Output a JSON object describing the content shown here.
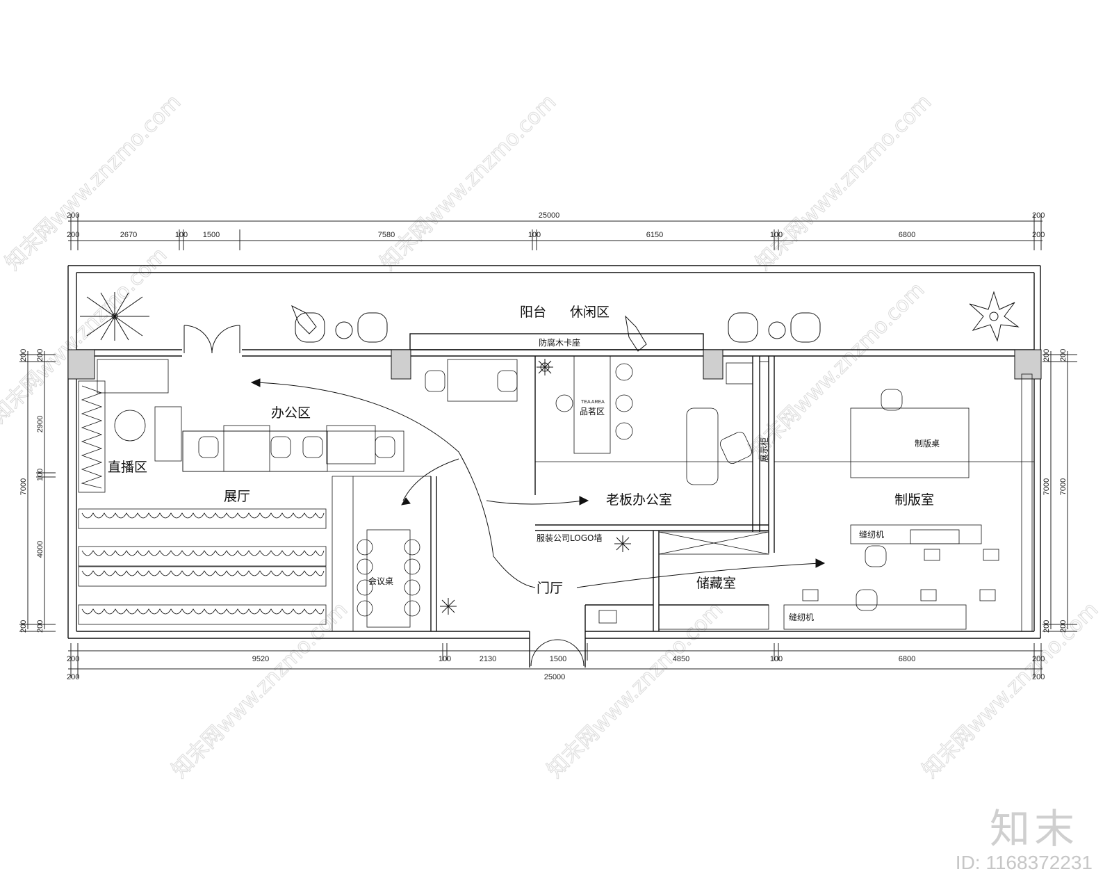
{
  "plan": {
    "overall_width": "25000",
    "top_dims": [
      "200",
      "2670",
      "100",
      "1500",
      "7580",
      "100",
      "6150",
      "100",
      "6800",
      "200"
    ],
    "bottom_dims": [
      "200",
      "9520",
      "100",
      "2130",
      "1500",
      "4850",
      "100",
      "6800",
      "200"
    ],
    "left_dims": [
      "200",
      "2900",
      "100",
      "7000",
      "4000",
      "200"
    ],
    "right_dims": [
      "200",
      "7000",
      "200"
    ],
    "rooms": {
      "balcony": "阳台",
      "leisure": "休闲区",
      "office_area": "办公区",
      "live_area": "直播区",
      "showroom": "展厅",
      "boss_office": "老板办公室",
      "pattern_room": "制版室",
      "storage": "储藏室",
      "lobby": "门厅",
      "tea_area": "品茗区",
      "tea_area_en": "TEA AREA",
      "meeting": "会议桌"
    },
    "labels": {
      "bench": "防腐木卡座",
      "logo_wall": "服装公司LOGO墙",
      "pattern_table": "制版桌",
      "sewing_1": "缝纫机",
      "sewing_2": "缝纫机",
      "display": "展示柜"
    }
  },
  "brand": {
    "logo_text": "知末",
    "id_text": "ID: 1168372231",
    "watermark": "知末网www.znzmo.com"
  }
}
